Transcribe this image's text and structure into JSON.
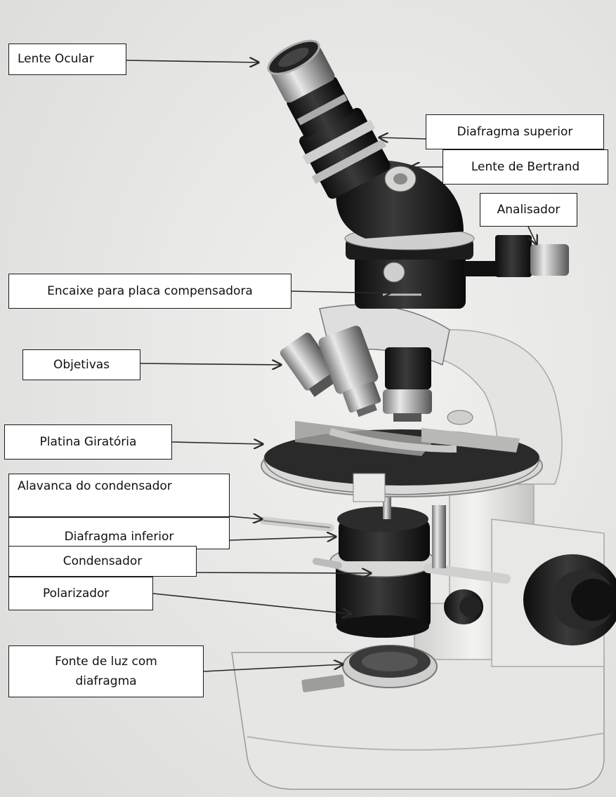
{
  "labels": {
    "lente_ocular": "Lente Ocular",
    "diafragma_superior": "Diafragma superior",
    "lente_bertrand": "Lente de Bertrand",
    "analisador": "Analisador",
    "encaixe": "Encaixe para placa compensadora",
    "objetivas": "Objetivas",
    "platina": "Platina Giratória",
    "alavanca": "Alavanca  do condensador",
    "diafragma_inferior": "Diafragma inferior",
    "condensador": "Condensador",
    "polarizador": "Polarizador",
    "fonte_luz": "Fonte de luz com diafragma"
  },
  "colors": {
    "background": "#ffffff",
    "photo_bg": "#ededeb",
    "instrument_black": "#1c1c1c",
    "instrument_white": "#e2e2e0",
    "arrow": "#2a2a2a"
  }
}
